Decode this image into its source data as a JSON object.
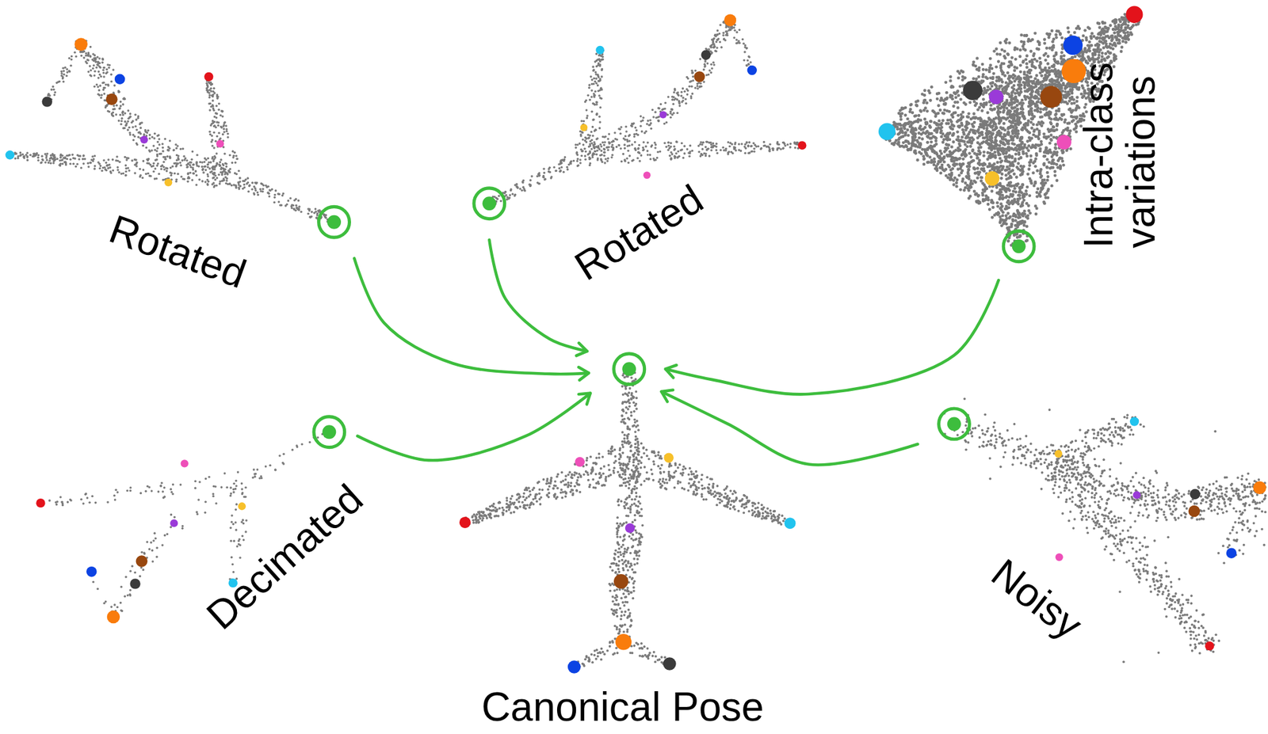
{
  "diagram": {
    "nodes": [
      {
        "text": [
          "Rotated"
        ]
      },
      {
        "text": [
          "Rotated"
        ]
      },
      {
        "text": [
          "Intra-class variations"
        ]
      },
      {
        "text": [
          "Decimated"
        ]
      },
      {
        "text": [
          "Canonical Pose"
        ]
      },
      {
        "text": [
          "Noisy"
        ]
      }
    ],
    "edges": [
      {
        "from": 0,
        "to": 4,
        "arrow": "to"
      },
      {
        "from": 1,
        "to": 4,
        "arrow": "to"
      },
      {
        "from": 2,
        "to": 4,
        "arrow": "to"
      },
      {
        "from": 3,
        "to": 4,
        "arrow": "to"
      },
      {
        "from": 5,
        "to": 4,
        "arrow": "to"
      }
    ]
  }
}
